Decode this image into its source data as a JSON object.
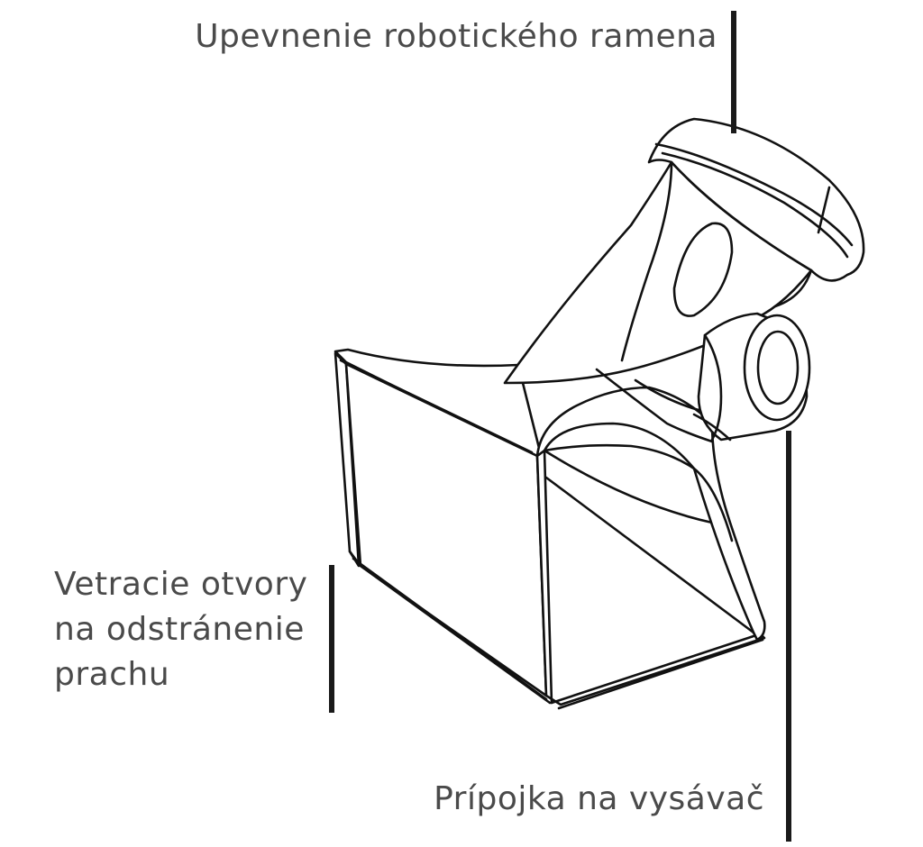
{
  "labels": {
    "robot_mount": "Upevnenie robotického ramena",
    "vent_holes_line1": "Vetracie otvory",
    "vent_holes_line2": "na odstránenie",
    "vent_holes_line3": "prachu",
    "vacuum_connector": "Prípojka na vysávač"
  },
  "colors": {
    "text": "#4a4a4a",
    "leader_line": "#1a1a1a",
    "outline": "#111111",
    "background": "#ffffff"
  }
}
